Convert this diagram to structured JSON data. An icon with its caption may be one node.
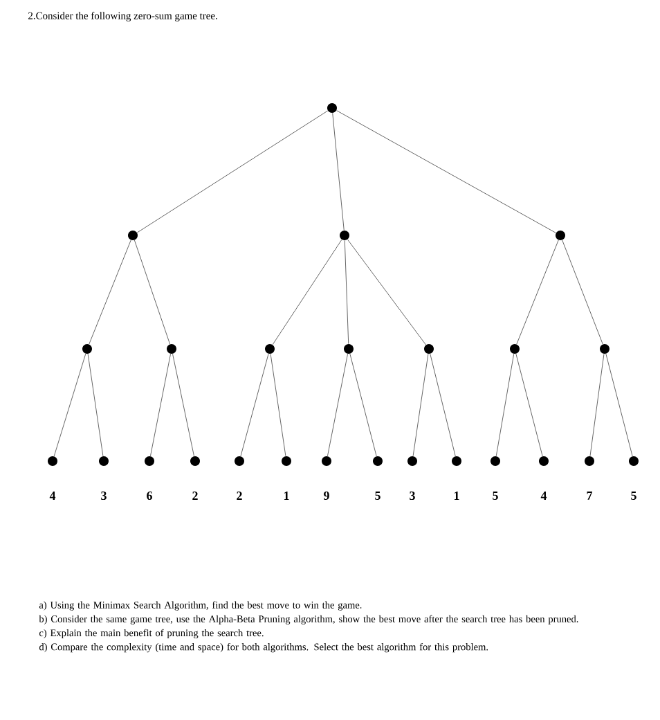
{
  "diagram": {
    "title": "2.Consider the following zero-sum game tree.",
    "nodes": [
      {
        "text": [],
        "shape": "circle"
      },
      {
        "text": [],
        "shape": "circle"
      },
      {
        "text": [],
        "shape": "circle"
      },
      {
        "text": [],
        "shape": "circle"
      },
      {
        "text": [],
        "shape": "circle"
      },
      {
        "text": [],
        "shape": "circle"
      },
      {
        "text": [],
        "shape": "circle"
      },
      {
        "text": [],
        "shape": "circle"
      },
      {
        "text": [],
        "shape": "circle"
      },
      {
        "text": [],
        "shape": "circle"
      },
      {
        "text": [],
        "shape": "circle"
      },
      {
        "text": [],
        "shape": "circle",
        "beside": [
          "4"
        ]
      },
      {
        "text": [],
        "shape": "circle",
        "beside": [
          "3"
        ]
      },
      {
        "text": [],
        "shape": "circle",
        "beside": [
          "6"
        ]
      },
      {
        "text": [],
        "shape": "circle",
        "beside": [
          "2"
        ]
      },
      {
        "text": [],
        "shape": "circle",
        "beside": [
          "2"
        ]
      },
      {
        "text": [],
        "shape": "circle",
        "beside": [
          "1"
        ]
      },
      {
        "text": [],
        "shape": "circle",
        "beside": [
          "9"
        ]
      },
      {
        "text": [],
        "shape": "circle",
        "beside": [
          "5"
        ]
      },
      {
        "text": [],
        "shape": "circle",
        "beside": [
          "3"
        ]
      },
      {
        "text": [],
        "shape": "circle",
        "beside": [
          "1"
        ]
      },
      {
        "text": [],
        "shape": "circle",
        "beside": [
          "5"
        ]
      },
      {
        "text": [],
        "shape": "circle",
        "beside": [
          "4"
        ]
      },
      {
        "text": [],
        "shape": "circle",
        "beside": [
          "7"
        ]
      },
      {
        "text": [],
        "shape": "circle",
        "beside": [
          "5"
        ]
      }
    ],
    "edges": [
      {
        "from": 0,
        "to": 1,
        "arrow": "none"
      },
      {
        "from": 0,
        "to": 2,
        "arrow": "none"
      },
      {
        "from": 0,
        "to": 3,
        "arrow": "none"
      },
      {
        "from": 1,
        "to": 4,
        "arrow": "none"
      },
      {
        "from": 1,
        "to": 5,
        "arrow": "none"
      },
      {
        "from": 2,
        "to": 6,
        "arrow": "none"
      },
      {
        "from": 2,
        "to": 7,
        "arrow": "none"
      },
      {
        "from": 2,
        "to": 8,
        "arrow": "none"
      },
      {
        "from": 3,
        "to": 9,
        "arrow": "none"
      },
      {
        "from": 3,
        "to": 10,
        "arrow": "none"
      },
      {
        "from": 4,
        "to": 11,
        "arrow": "none"
      },
      {
        "from": 4,
        "to": 12,
        "arrow": "none"
      },
      {
        "from": 5,
        "to": 13,
        "arrow": "none"
      },
      {
        "from": 5,
        "to": 14,
        "arrow": "none"
      },
      {
        "from": 6,
        "to": 15,
        "arrow": "none"
      },
      {
        "from": 6,
        "to": 16,
        "arrow": "none"
      },
      {
        "from": 7,
        "to": 17,
        "arrow": "none"
      },
      {
        "from": 7,
        "to": 18,
        "arrow": "none"
      },
      {
        "from": 8,
        "to": 19,
        "arrow": "none"
      },
      {
        "from": 8,
        "to": 20,
        "arrow": "none"
      },
      {
        "from": 9,
        "to": 21,
        "arrow": "none"
      },
      {
        "from": 9,
        "to": 22,
        "arrow": "none"
      },
      {
        "from": 10,
        "to": 23,
        "arrow": "none"
      },
      {
        "from": 10,
        "to": 24,
        "arrow": "none"
      }
    ],
    "labels": [
      "a) Using the Minimax Search Algorithm, find the best move to win the game.",
      "b) Consider the same game tree, use the Alpha-Beta Pruning algorithm, show the best move after the search tree has been pruned.",
      "c) Explain the main benefit of pruning the search tree.",
      "d) Compare the complexity (time and space) for both algorithms. Select the best algorithm for this problem."
    ]
  }
}
